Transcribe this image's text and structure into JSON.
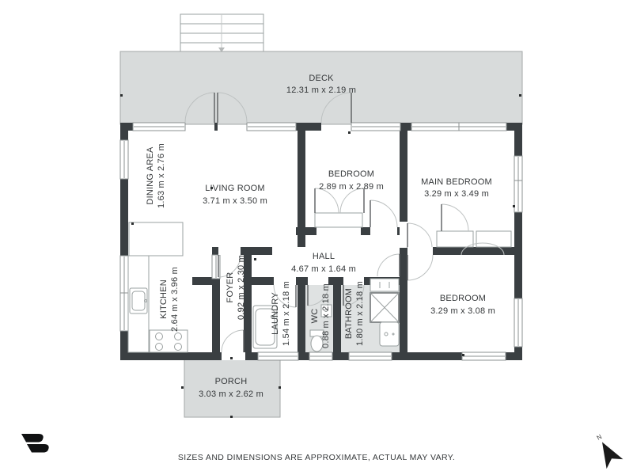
{
  "plan": {
    "rooms": [
      {
        "id": "deck",
        "name": "DECK",
        "dims": "12.31 m x 2.19 m"
      },
      {
        "id": "dining",
        "name": "DINING AREA",
        "dims": "1.63 m x 2.76 m"
      },
      {
        "id": "living",
        "name": "LIVING ROOM",
        "dims": "3.71 m x 3.50 m"
      },
      {
        "id": "bedroom2",
        "name": "BEDROOM",
        "dims": "2.89 m x 2.89 m"
      },
      {
        "id": "main-bedroom",
        "name": "MAIN BEDROOM",
        "dims": "3.29 m x 3.49 m"
      },
      {
        "id": "kitchen",
        "name": "KITCHEN",
        "dims": "2.64 m x 3.96 m"
      },
      {
        "id": "foyer",
        "name": "FOYER",
        "dims": "0.92 m x 2.30 m"
      },
      {
        "id": "hall",
        "name": "HALL",
        "dims": "4.67 m x 1.64 m"
      },
      {
        "id": "laundry",
        "name": "LAUNDRY",
        "dims": "1.54 m x 2.18 m"
      },
      {
        "id": "wc",
        "name": "WC",
        "dims": "0.88 m x 2.18 m"
      },
      {
        "id": "bathroom",
        "name": "BATHROOM",
        "dims": "1.80 m x 2.18 m"
      },
      {
        "id": "bedroom3",
        "name": "BEDROOM",
        "dims": "3.29 m x 3.08 m"
      },
      {
        "id": "porch",
        "name": "PORCH",
        "dims": "3.03 m x 2.62 m"
      }
    ]
  },
  "footer": {
    "disclaimer": "SIZES AND DIMENSIONS ARE APPROXIMATE, ACTUAL MAY VARY."
  },
  "compass": {
    "label": "N"
  },
  "colors": {
    "wall": "#3a3f42",
    "deck_fill": "#d8dbdb",
    "wet_floor": "#dfe2e2",
    "logo": "#101112",
    "text": "#35383a"
  }
}
